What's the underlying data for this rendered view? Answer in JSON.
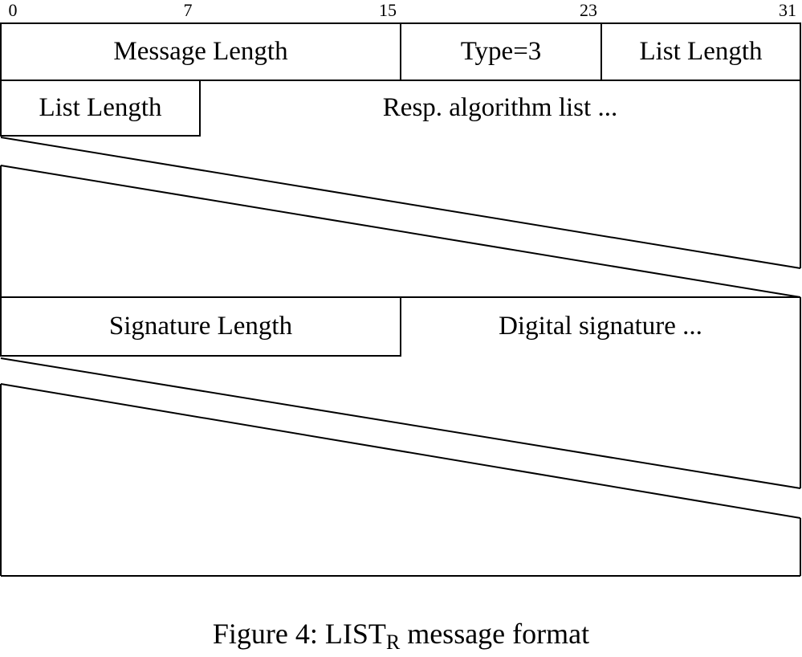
{
  "figure": {
    "type": "packet-format-diagram",
    "bit_ruler": {
      "ticks": [
        "0",
        "7",
        "15",
        "23",
        "31"
      ],
      "total_bits": 32
    },
    "fields": {
      "message_length": "Message Length",
      "type": "Type=3",
      "list_length_row1": "List Length",
      "list_length_row2": "List Length",
      "resp_algorithm_list": "Resp. algorithm list ...",
      "signature_length": "Signature Length",
      "digital_signature": "Digital signature ..."
    },
    "field_layout": [
      {
        "name": "Message Length",
        "bits": "0-15",
        "row": 1
      },
      {
        "name": "Type=3",
        "bits": "16-23",
        "row": 1
      },
      {
        "name": "List Length",
        "bits": "24-31",
        "row": 1
      },
      {
        "name": "List Length",
        "bits": "0-7",
        "row": 2
      },
      {
        "name": "Resp. algorithm list ...",
        "bits": "8-31, variable length continues",
        "row": 2
      },
      {
        "name": "Signature Length",
        "bits": "0-15",
        "row": "after list"
      },
      {
        "name": "Digital signature ...",
        "bits": "16-31, variable length continues",
        "row": "after list"
      }
    ],
    "caption": {
      "prefix": "Figure 4: LIST",
      "subscript": "R",
      "suffix": " message format"
    },
    "colors": {
      "line": "#000000",
      "background": "#ffffff",
      "text": "#000000"
    }
  }
}
